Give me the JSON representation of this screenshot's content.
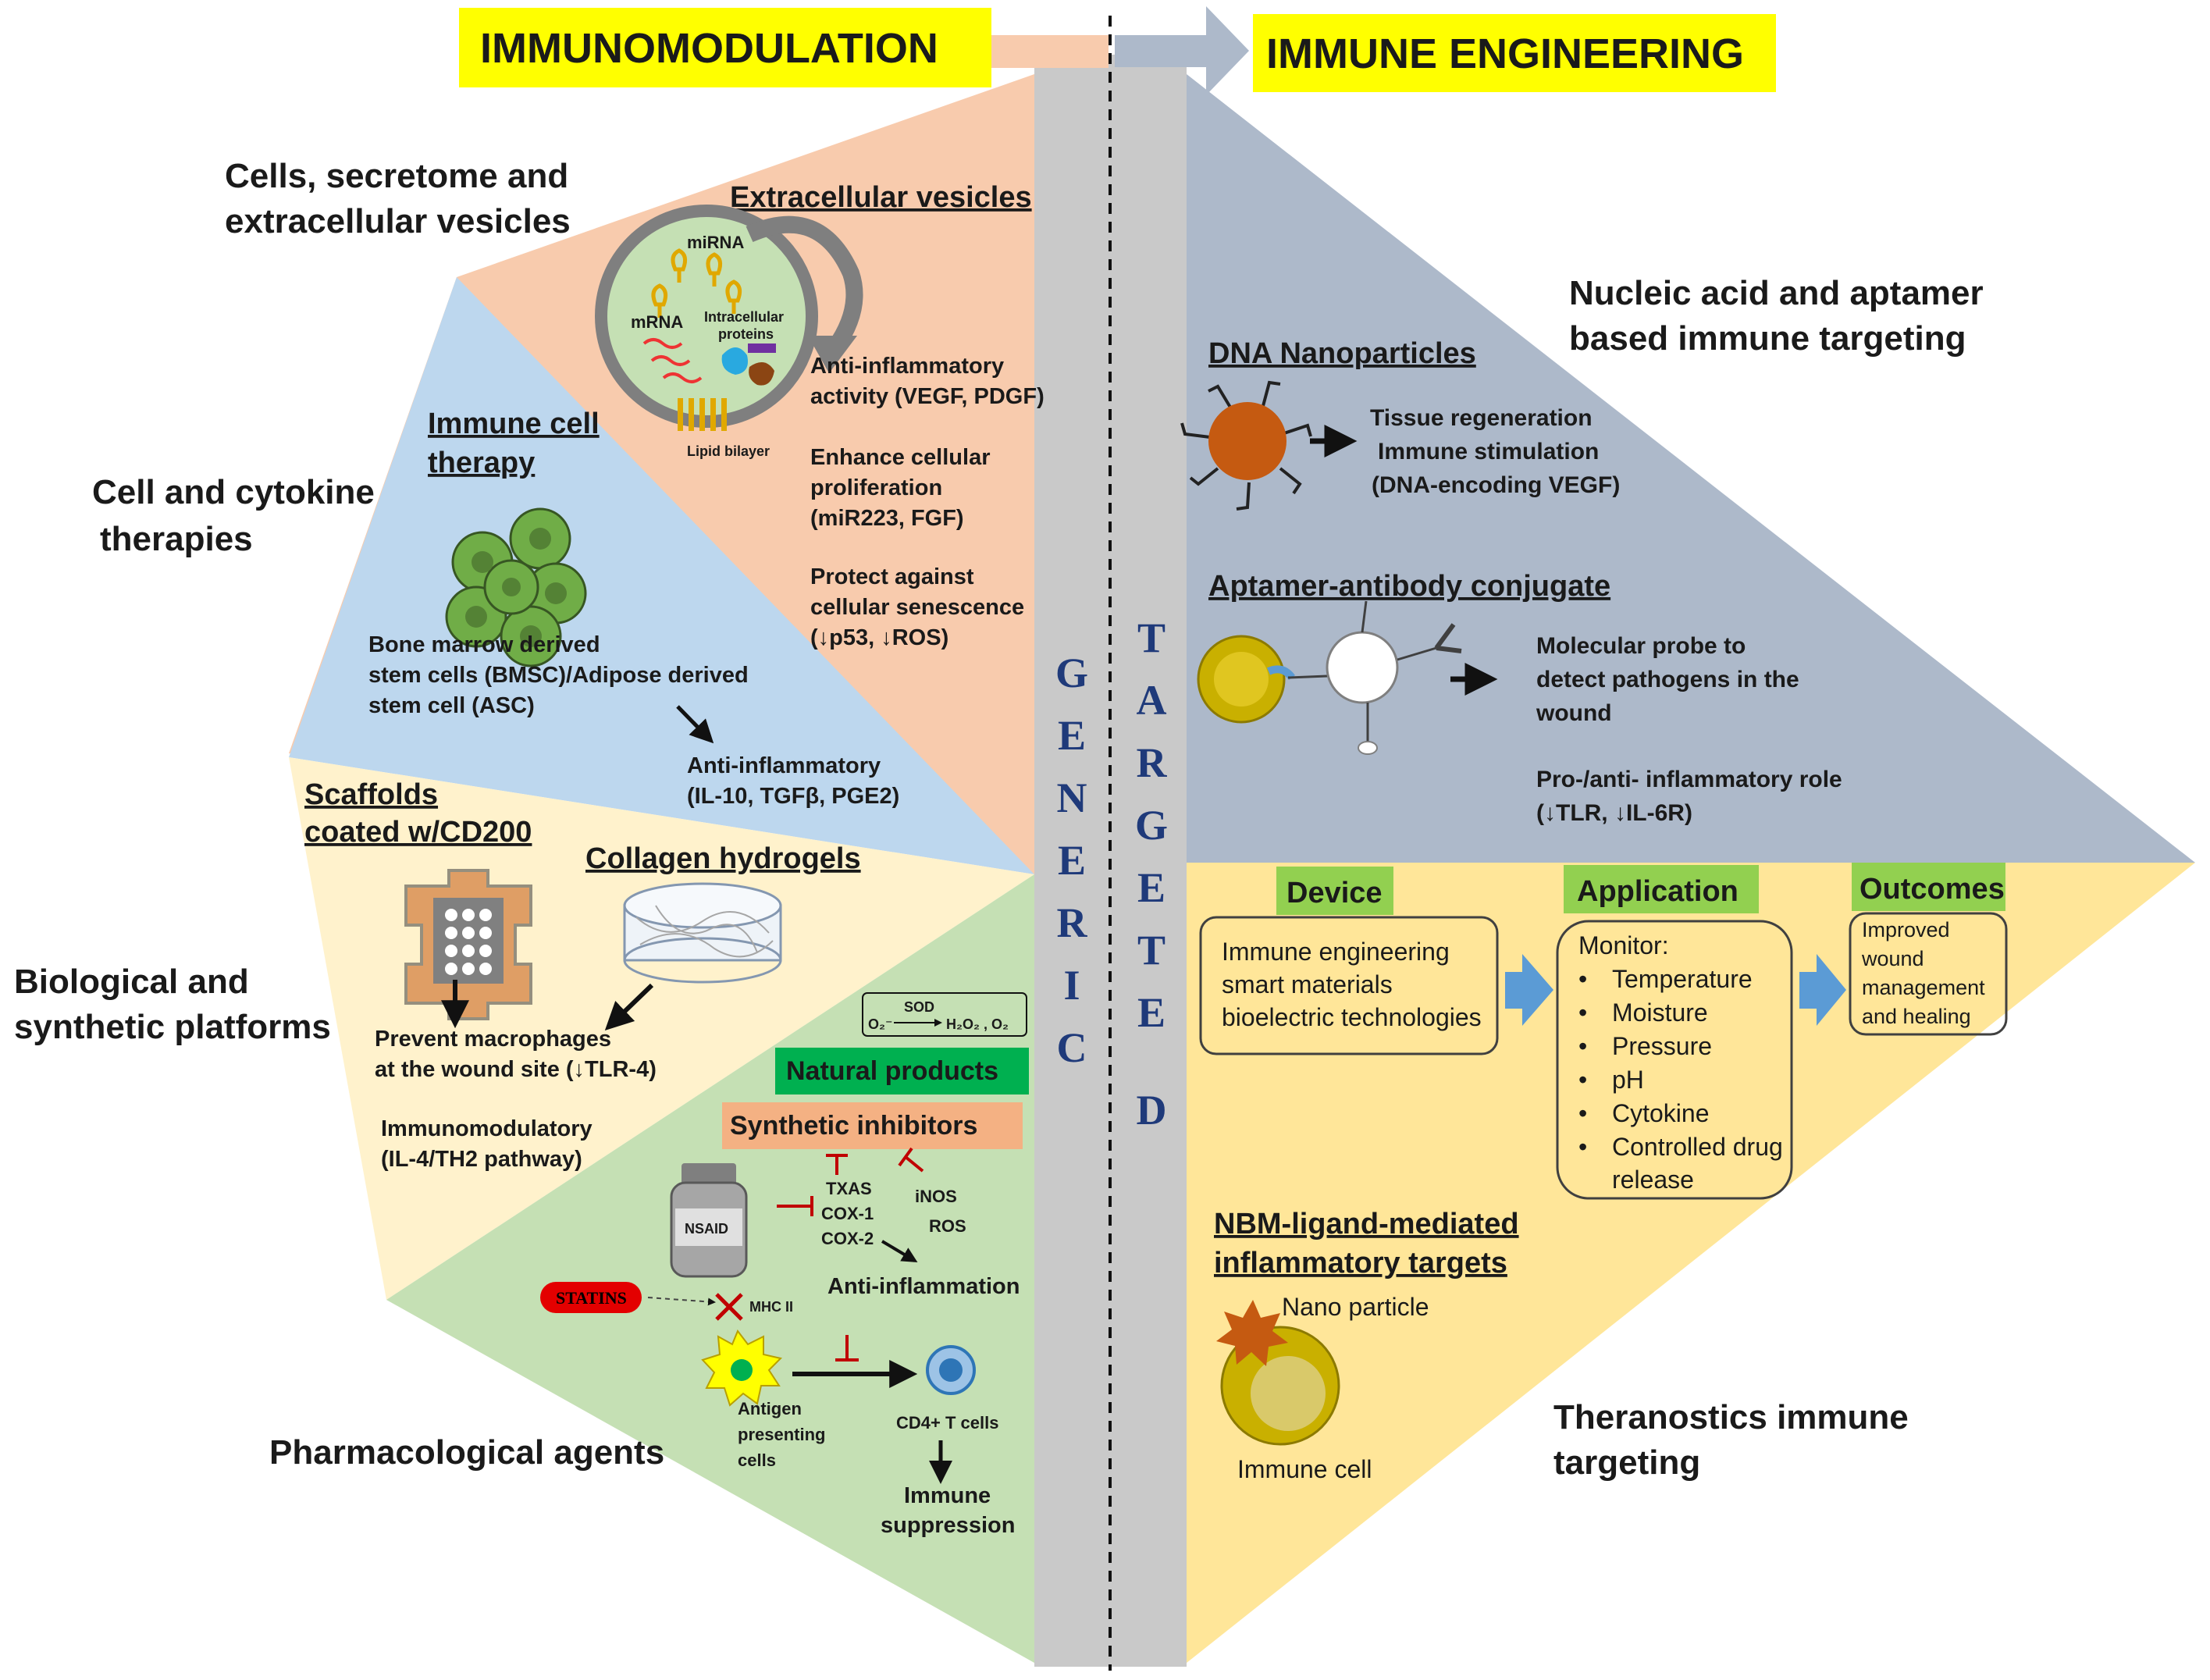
{
  "banners": {
    "left": "IMMUNOMODULATION",
    "right": "IMMUNE ENGINEERING"
  },
  "columns": {
    "generic": "GENERIC",
    "targeted": "TARGETED"
  },
  "categories": {
    "cells_line1": "Cells, secretome and",
    "cells_line2": "extracellular vesicles",
    "cytokine_line1": "Cell and cytokine",
    "cytokine_line2": "therapies",
    "platforms_line1": "Biological and",
    "platforms_line2": "synthetic platforms",
    "pharma": "Pharmacological agents",
    "nucleic_line1": "Nucleic acid and aptamer",
    "nucleic_line2": "based immune targeting",
    "theranostics_line1": "Theranostics immune",
    "theranostics_line2": "targeting"
  },
  "ev": {
    "title": "Extracellular vesicles",
    "mirna": "miRNA",
    "mrna": "mRNA",
    "intracellular1": "Intracellular",
    "intracellular2": "proteins",
    "lipid": "Lipid bilayer",
    "anti1": "Anti-inflammatory",
    "anti2": "activity (VEGF, PDGF)",
    "enh1": "Enhance cellular",
    "enh2": "proliferation",
    "enh3": "(miR223, FGF)",
    "prot1": "Protect against",
    "prot2": "cellular senescence",
    "prot3": "(↓p53, ↓ROS)"
  },
  "cell_therapy": {
    "title1": "Immune cell",
    "title2": "therapy",
    "stem1": "Bone marrow derived",
    "stem2": "stem cells (BMSC)/Adipose derived",
    "stem3": "stem cell (ASC)",
    "anti1": "Anti-inflammatory",
    "anti2": "(IL-10, TGFβ, PGE2)"
  },
  "platforms": {
    "scaffolds1": "Scaffolds",
    "scaffolds2": "coated w/CD200",
    "collagen": "Collagen hydrogels",
    "prevent1": "Prevent macrophages",
    "prevent2": "at the wound site (↓TLR-4)",
    "immuno1": "Immunomodulatory",
    "immuno2": "(IL-4/TH2 pathway)"
  },
  "pharma": {
    "sod": "SOD",
    "o2": "O₂⁻",
    "products": "H₂O₂ , O₂",
    "natural": "Natural products",
    "synthetic": "Synthetic inhibitors",
    "nsaid": "NSAID",
    "txas": "TXAS",
    "cox1": "COX-1",
    "cox2": "COX-2",
    "inos": "iNOS",
    "ros": "ROS",
    "anti_inflammation": "Anti-inflammation",
    "statins": "STATINS",
    "mhc": "MHC II",
    "apc1": "Antigen",
    "apc2": "presenting",
    "apc3": "cells",
    "cd4": "CD4+ T cells",
    "supp1": "Immune",
    "supp2": "suppression"
  },
  "dna": {
    "title": "DNA Nanoparticles",
    "t1": "Tissue regeneration",
    "t2": "Immune stimulation",
    "t3": "(DNA-encoding VEGF)"
  },
  "aptamer": {
    "title": "Aptamer-antibody conjugate",
    "p1": "Molecular probe to",
    "p2": "detect pathogens in the",
    "p3": "wound",
    "r1": "Pro-/anti- inflammatory role",
    "r2": "(↓TLR, ↓IL-6R)"
  },
  "flow": {
    "device_label": "Device",
    "device_lines": [
      "Immune engineering",
      "smart materials",
      "bioelectric technologies"
    ],
    "application_label": "Application",
    "monitor": "Monitor:",
    "app_items": [
      "Temperature",
      "Moisture",
      "Pressure",
      "pH",
      "Cytokine",
      "Controlled drug"
    ],
    "app_release": "release",
    "outcomes_label": "Outcomes",
    "outcome_lines": [
      "Improved",
      "wound",
      "management",
      "and healing"
    ]
  },
  "nbm": {
    "title1": "NBM-ligand-mediated",
    "title2": "inflammatory targets",
    "nano": "Nano particle",
    "immune": "Immune cell"
  },
  "colors": {
    "salmon": "#f8cbad",
    "blue_light": "#bdd7ee",
    "cream": "#fff2cc",
    "green": "#c5e0b4",
    "slate": "#adb9ca",
    "gold": "#ffe699",
    "banner_yellow": "#ffff00",
    "band_gray": "#c9c9c9",
    "letter_blue": "#1f3a7a",
    "box_green": "#92d050",
    "arrow_blue": "#5b9bd5"
  }
}
